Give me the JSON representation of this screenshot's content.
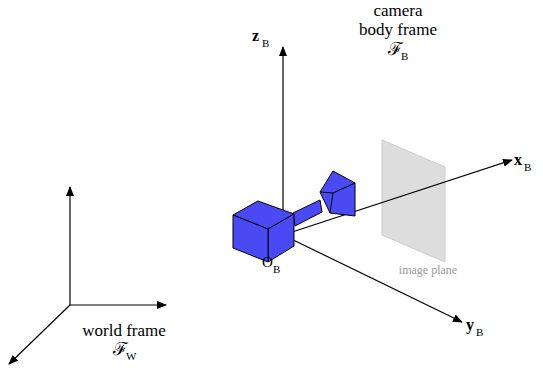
{
  "diagram": {
    "labels": [
      "camera body frame",
      "ℱ",
      "B",
      "z",
      "B",
      "x",
      "B",
      "y",
      "B",
      "O",
      "B",
      "image plane",
      "world frame",
      "ℱ",
      "W"
    ]
  }
}
